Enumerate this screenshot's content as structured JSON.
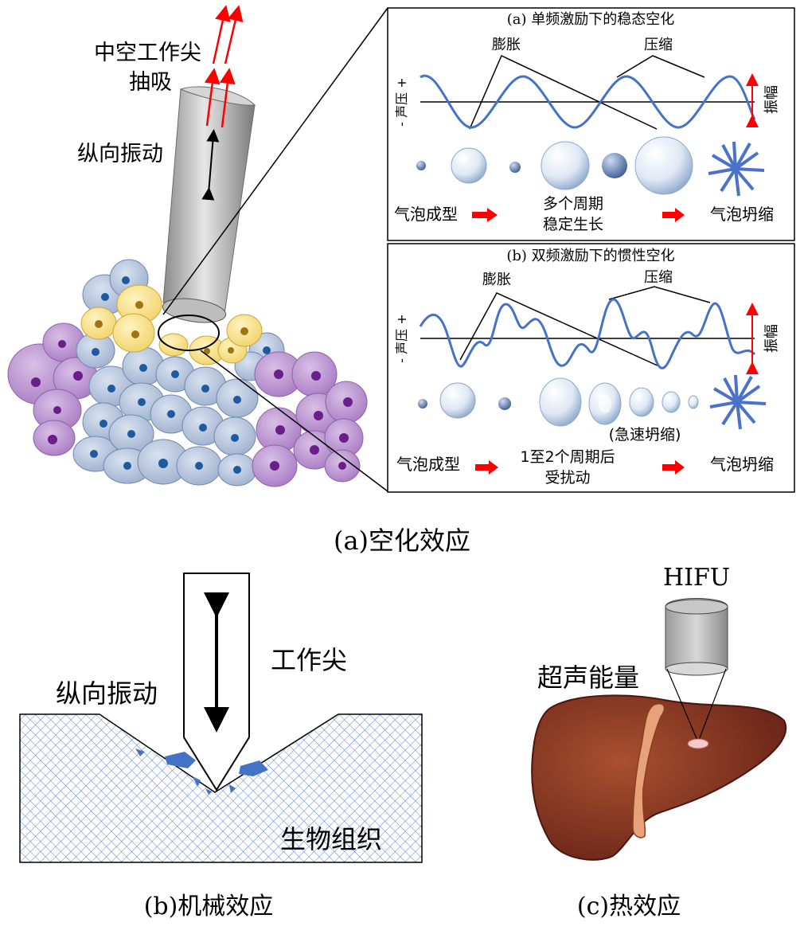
{
  "panel_a": {
    "caption": "(a)空化效应",
    "probe": {
      "suction_label_1": "中空工作尖",
      "suction_label_2": "抽吸",
      "vibration_label": "纵向振动"
    },
    "box1": {
      "title": "(a) 单频激励下的稳态空化",
      "expansion": "膨胀",
      "compression": "压缩",
      "pressure_axis": "- 声压 +",
      "amplitude": "振幅",
      "stage_form": "气泡成型",
      "stage_mid_1": "多个周期",
      "stage_mid_2": "稳定生长",
      "stage_collapse": "气泡坍缩"
    },
    "box2": {
      "title": "(b) 双频激励下的惯性空化",
      "expansion": "膨胀",
      "compression": "压缩",
      "pressure_axis": "- 声压 +",
      "amplitude": "振幅",
      "rapid_collapse": "(急速坍缩)",
      "stage_form": "气泡成型",
      "stage_mid_1": "1至2个周期后",
      "stage_mid_2": "受扰动",
      "stage_collapse": "气泡坍缩"
    }
  },
  "panel_b": {
    "caption": "(b)机械效应",
    "tip_label": "工作尖",
    "vibration_label": "纵向振动",
    "tissue_label": "生物组织"
  },
  "panel_c": {
    "caption": "(c)热效应",
    "device_label": "HIFU",
    "energy_label": "超声能量"
  },
  "colors": {
    "wave": "#4472c4",
    "arrow_red": "#ff0000",
    "liver": "#7a2a1c",
    "vessel": "#e8a07a",
    "cell_blue": "#b8c8e0",
    "cell_yellow": "#f6e08a",
    "cell_purple": "#b48ccc",
    "mesh": "#4a72c8"
  }
}
